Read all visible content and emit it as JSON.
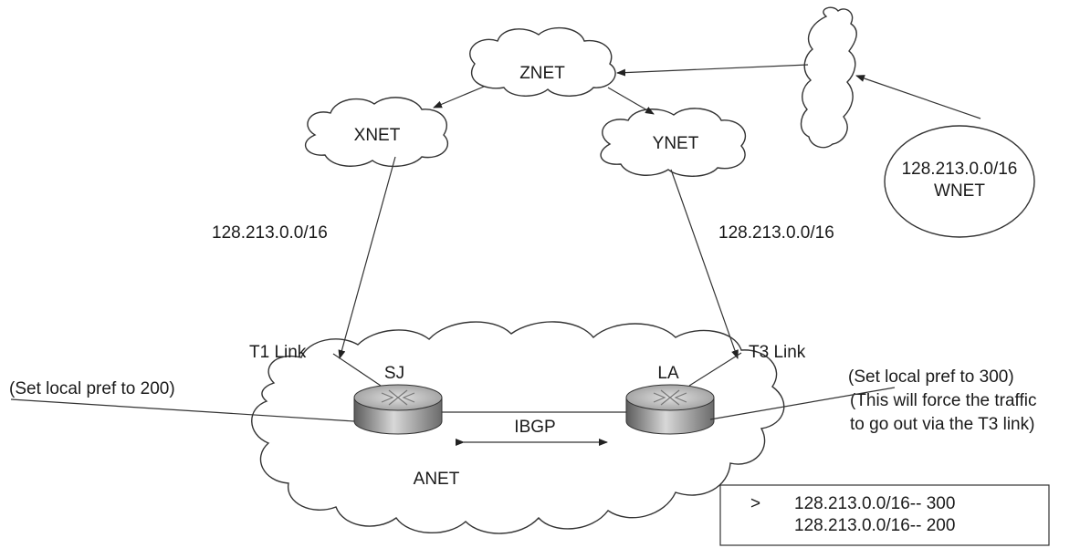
{
  "diagram": {
    "clouds": {
      "znet": "ZNET",
      "xnet": "XNET",
      "ynet": "YNET",
      "anet": "ANET"
    },
    "wnet": {
      "prefix": "128.213.0.0/16",
      "name": "WNET"
    },
    "links": {
      "left_prefix": "128.213.0.0/16",
      "right_prefix": "128.213.0.0/16",
      "t1": "T1 Link",
      "t3": "T3 Link",
      "ibgp": "IBGP"
    },
    "routers": {
      "sj": "SJ",
      "la": "LA"
    },
    "notes": {
      "left": "(Set local pref to 200)",
      "right_1": "(Set local pref to 300)",
      "right_2": "(This will force the traffic",
      "right_3": "to go out via the T3 link)"
    },
    "table": {
      "marker": ">",
      "rows": [
        "128.213.0.0/16-- 300",
        "128.213.0.0/16-- 200"
      ]
    }
  }
}
